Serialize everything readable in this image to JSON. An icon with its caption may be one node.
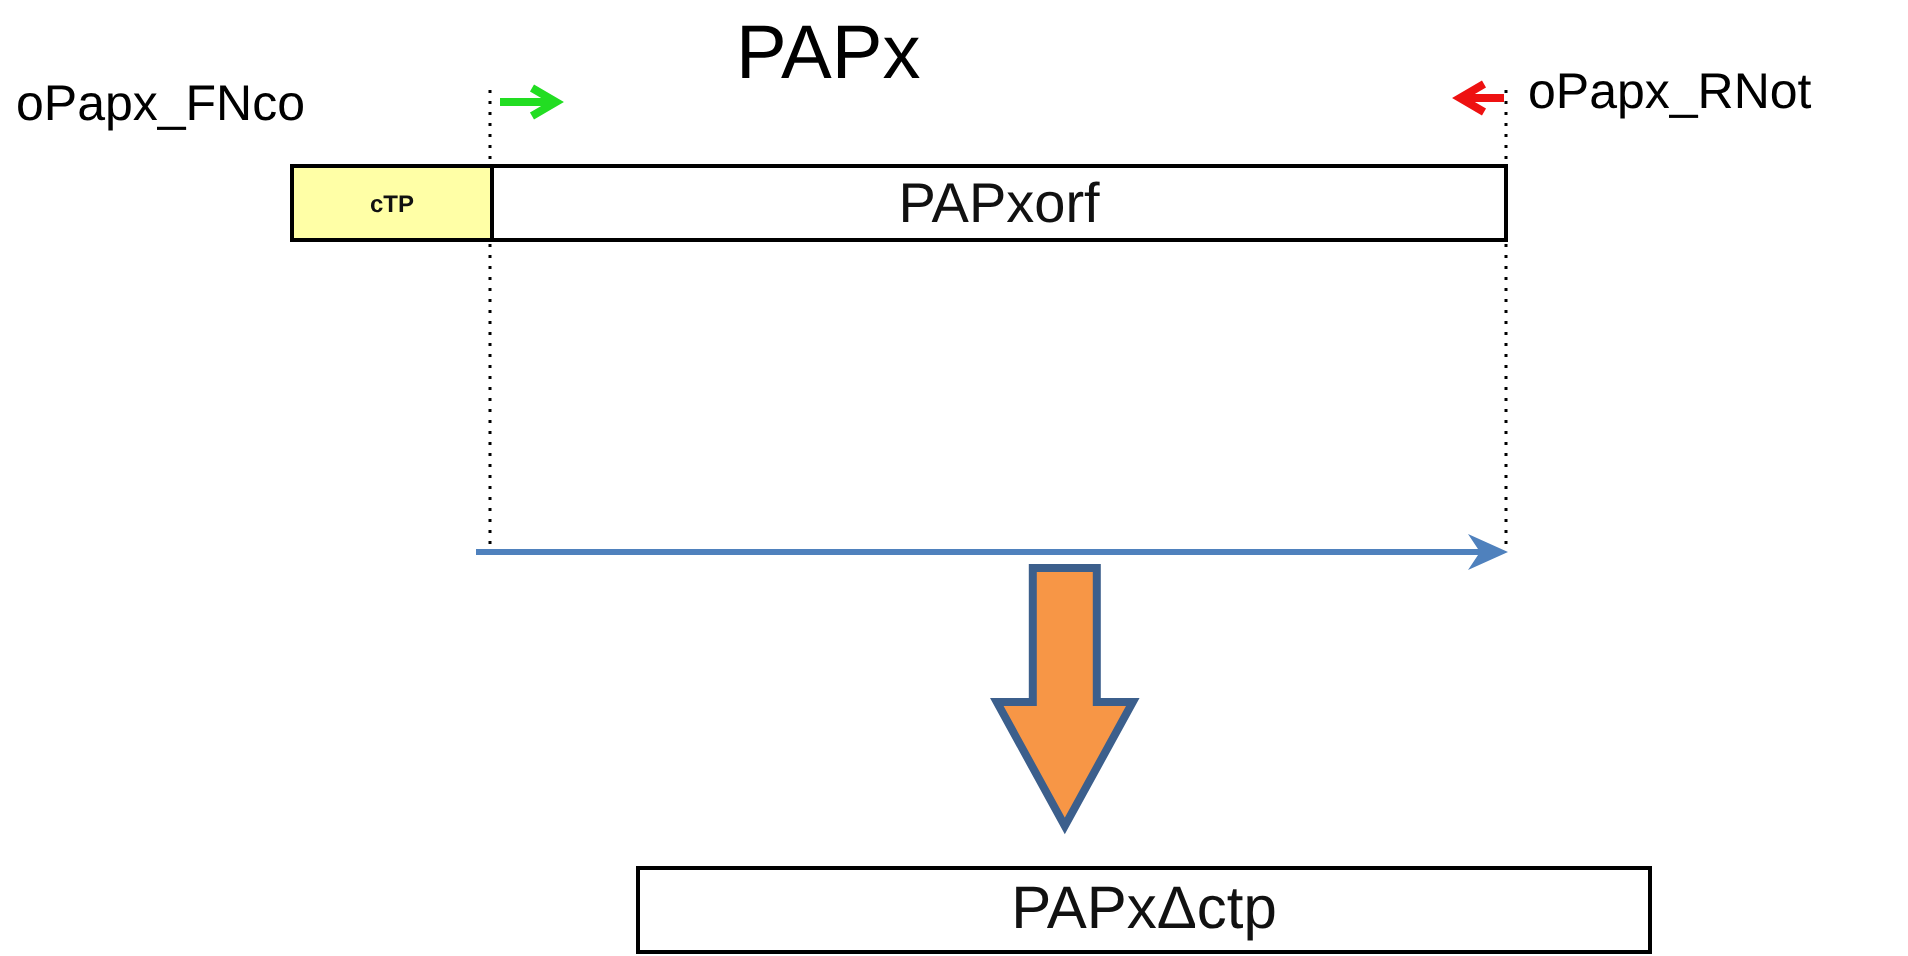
{
  "diagram": {
    "title": "PAPx",
    "nodes": [
      {
        "text": [
          "cTP"
        ]
      },
      {
        "text": [
          "PAPxorf"
        ]
      },
      {
        "text": [],
        "shape": "arrow"
      },
      {
        "text": [
          "PAPxΔctp"
        ]
      }
    ],
    "edges": [
      {
        "from": 2,
        "to": 3,
        "arrow": "to",
        "style": "thick",
        "color": "#f79646"
      }
    ],
    "labels": [
      "oPapx_FNco",
      "oPapx_RNot"
    ]
  }
}
